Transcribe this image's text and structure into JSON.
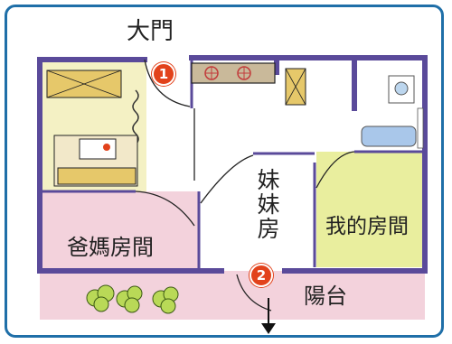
{
  "labels": {
    "main_door": "大門",
    "sister_room": "妹妹房",
    "my_room": "我的房間",
    "parents_room": "爸媽房間",
    "balcony": "陽台"
  },
  "markers": {
    "one": "1",
    "two": "2"
  },
  "colors": {
    "frame": "#1f6fa8",
    "wall": "#5a4a9a",
    "my_room_fill": "#e9ee9e",
    "pink_fill": "#f3d2dc",
    "plant": "#b9d957",
    "marker": "#e2421b"
  }
}
